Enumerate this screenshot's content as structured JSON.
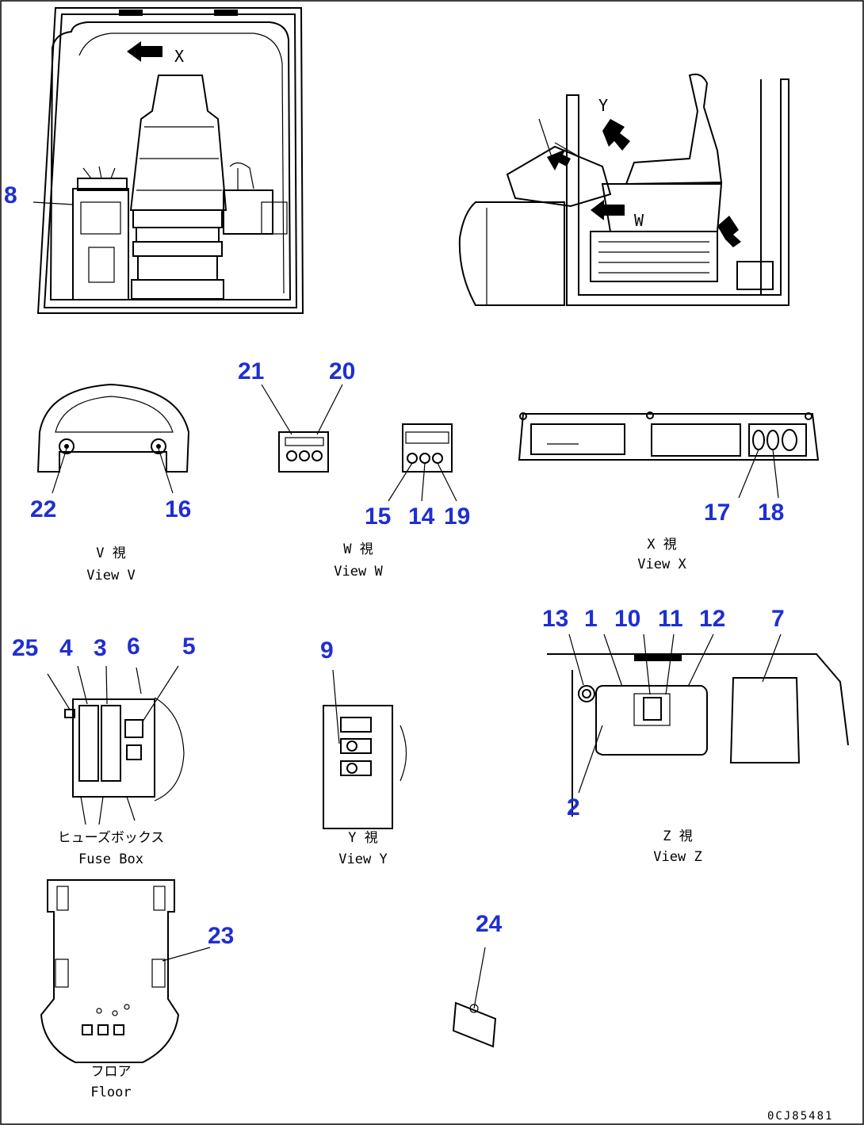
{
  "view_markers": {
    "x": "X",
    "y": "Y",
    "w": "W"
  },
  "callouts": {
    "n8": "8",
    "n21": "21",
    "n20": "20",
    "n22": "22",
    "n16": "16",
    "n15": "15",
    "n14": "14",
    "n19": "19",
    "n17": "17",
    "n18": "18",
    "n25": "25",
    "n4": "4",
    "n3": "3",
    "n6": "6",
    "n5": "5",
    "n9": "9",
    "n13": "13",
    "n1": "1",
    "n10": "10",
    "n11": "11",
    "n12": "12",
    "n7": "7",
    "n2": "2",
    "n23": "23",
    "n24": "24"
  },
  "captions": {
    "view_v_jp": "V  視",
    "view_v_en": "View V",
    "view_w_jp": "W  視",
    "view_w_en": "View W",
    "view_x_jp": "X  視",
    "view_x_en": "View X",
    "fuse_jp": "ヒューズボックス",
    "fuse_en": "Fuse Box",
    "view_y_jp": "Y  視",
    "view_y_en": "View Y",
    "view_z_jp": "Z  視",
    "view_z_en": "View Z",
    "floor_jp": "フロア",
    "floor_en": "Floor"
  },
  "drawing_code": "0CJ85481"
}
